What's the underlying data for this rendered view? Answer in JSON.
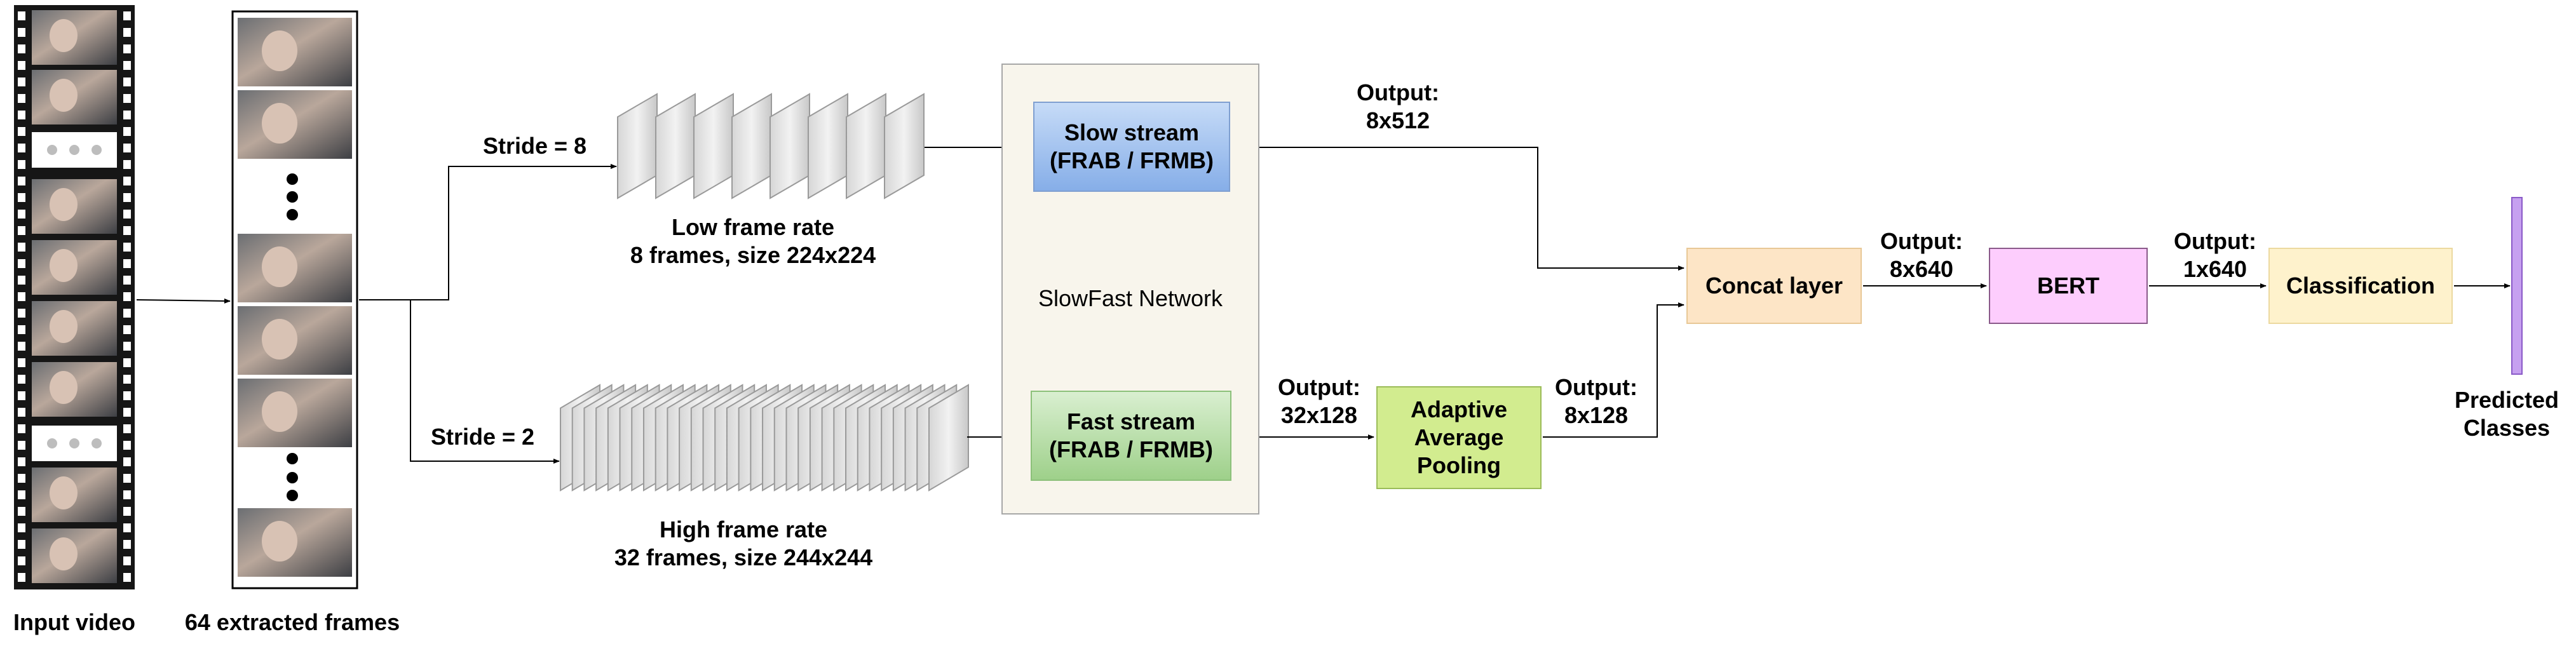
{
  "labels": {
    "input_video": "Input video",
    "extracted_frames": "64 extracted frames",
    "stride_slow": "Stride = 8",
    "stride_fast": "Stride = 2",
    "low_rate_line1": "Low frame rate",
    "low_rate_line2": "8 frames, size 224x224",
    "high_rate_line1": "High frame rate",
    "high_rate_line2": "32 frames, size 244x244",
    "slowfast_network": "SlowFast Network",
    "slow_out_l1": "Output:",
    "slow_out_l2": "8x512",
    "fast_out_l1": "Output:",
    "fast_out_l2": "32x128",
    "pool_out_l1": "Output:",
    "pool_out_l2": "8x128",
    "concat_out_l1": "Output:",
    "concat_out_l2": "8x640",
    "bert_out_l1": "Output:",
    "bert_out_l2": "1x640",
    "predicted_l1": "Predicted",
    "predicted_l2": "Classes"
  },
  "boxes": {
    "slow_l1": "Slow stream",
    "slow_l2": "(FRAB / FRMB)",
    "fast_l1": "Fast stream",
    "fast_l2": "(FRAB / FRMB)",
    "pool_l1": "Adaptive",
    "pool_l2": "Average",
    "pool_l3": "Pooling",
    "concat": "Concat layer",
    "bert": "BERT",
    "classification": "Classification"
  },
  "colors": {
    "slow_stream": "#86aee8",
    "fast_stream": "#9ed08a",
    "pooling": "#d2ec8f",
    "concat": "#fde5c6",
    "bert": "#fdcdfd",
    "classification": "#fef2cc",
    "predicted": "#c6a0f0",
    "panel": "#f8f5ec"
  },
  "frame_stacks": {
    "slow_count": 8,
    "fast_count": 32
  }
}
